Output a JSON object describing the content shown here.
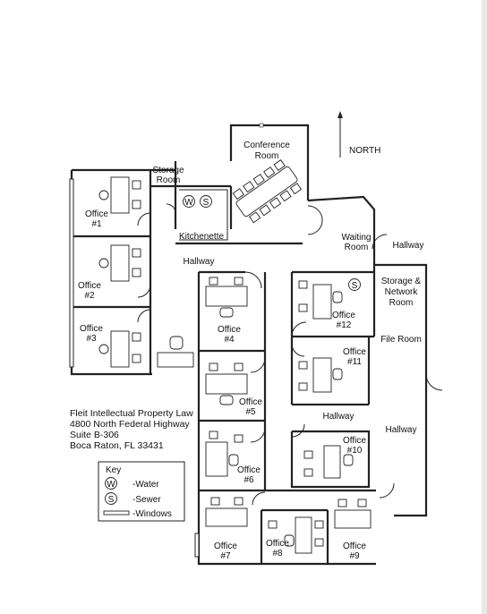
{
  "north": {
    "label": "NORTH"
  },
  "rooms": {
    "conference": [
      "Conference",
      "Room"
    ],
    "storage": [
      "Storage",
      "Room"
    ],
    "kitchenette": "Kitchenette",
    "waiting": [
      "Waiting",
      "Room"
    ],
    "storage_network": [
      "Storage &",
      "Network",
      "Room"
    ],
    "file_room": "File Room",
    "office1": [
      "Office",
      "#1"
    ],
    "office2": [
      "Office",
      "#2"
    ],
    "office3": [
      "Office",
      "#3"
    ],
    "office4": [
      "Office",
      "#4"
    ],
    "office5": [
      "Office",
      "#5"
    ],
    "office6": [
      "Office",
      "#6"
    ],
    "office7": [
      "Office",
      "#7"
    ],
    "office8": [
      "Office",
      "#8"
    ],
    "office9": [
      "Office",
      "#9"
    ],
    "office10": [
      "Office",
      "#10"
    ],
    "office11": [
      "Office",
      "#11"
    ],
    "office12": [
      "Office",
      "#12"
    ]
  },
  "hallways": {
    "top": "Hallway",
    "upper_right": "Hallway",
    "center": "Hallway",
    "right": "Hallway"
  },
  "symbols": {
    "water": "W",
    "sewer": "S"
  },
  "address": [
    "Fleit Intellectual Property Law",
    "4800 North Federal Highway",
    "Suite B-306",
    "Boca Raton, FL 33431"
  ],
  "key": {
    "title": "Key",
    "items": [
      {
        "symbol": "W",
        "label": "-Water"
      },
      {
        "symbol": "S",
        "label": "-Sewer"
      },
      {
        "symbol": "",
        "label": "-Windows"
      }
    ]
  }
}
